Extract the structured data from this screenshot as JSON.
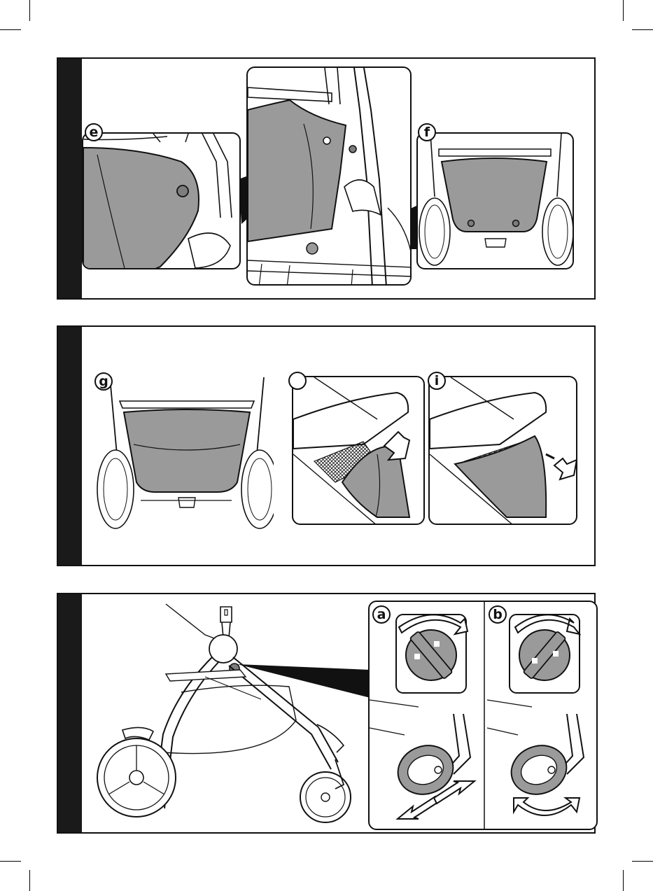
{
  "labels": {
    "e": "e",
    "f": "f",
    "g": "g",
    "h": "",
    "i": "i",
    "a": "a",
    "b": "b"
  },
  "colors": {
    "line": "#111111",
    "fabric": "#9a9a9a",
    "fabric_dark": "#7d7d7d",
    "panel_bar": "#1a1a1a",
    "background": "#ffffff"
  },
  "icons": {
    "lock": "lock-icon",
    "unlock": "unlock-icon",
    "rotate": "rotate-arrow-icon",
    "push": "push-arrow-icon",
    "pull": "pull-arrow-icon"
  }
}
